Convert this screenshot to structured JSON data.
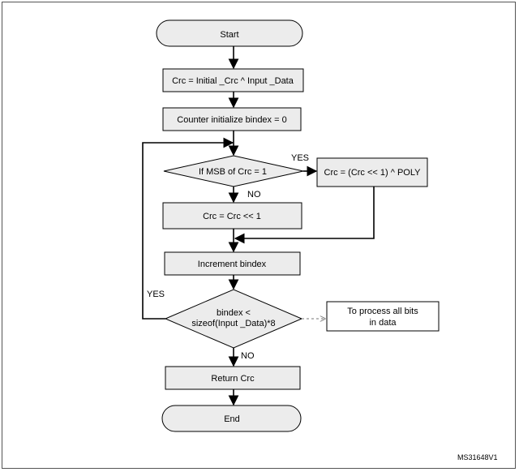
{
  "flowchart": {
    "start": "Start",
    "step_xor": "Crc = Initial _Crc ^ Input _Data",
    "step_counter": "Counter initialize bindex = 0",
    "decision_msb": "If MSB of Crc = 1",
    "yes_label_msb": "YES",
    "no_label_msb": "NO",
    "step_poly": "Crc = (Crc << 1) ^ POLY",
    "step_shift": "Crc = Crc << 1",
    "step_increment": "Increment bindex",
    "decision_loop_line1": "bindex <",
    "decision_loop_line2": "sizeof(Input _Data)*8",
    "yes_label_loop": "YES",
    "no_label_loop": "NO",
    "note_line1": "To process all bits",
    "note_line2": "in data",
    "step_return": "Return Crc",
    "end": "End"
  },
  "figure_id": "MS31648V1"
}
